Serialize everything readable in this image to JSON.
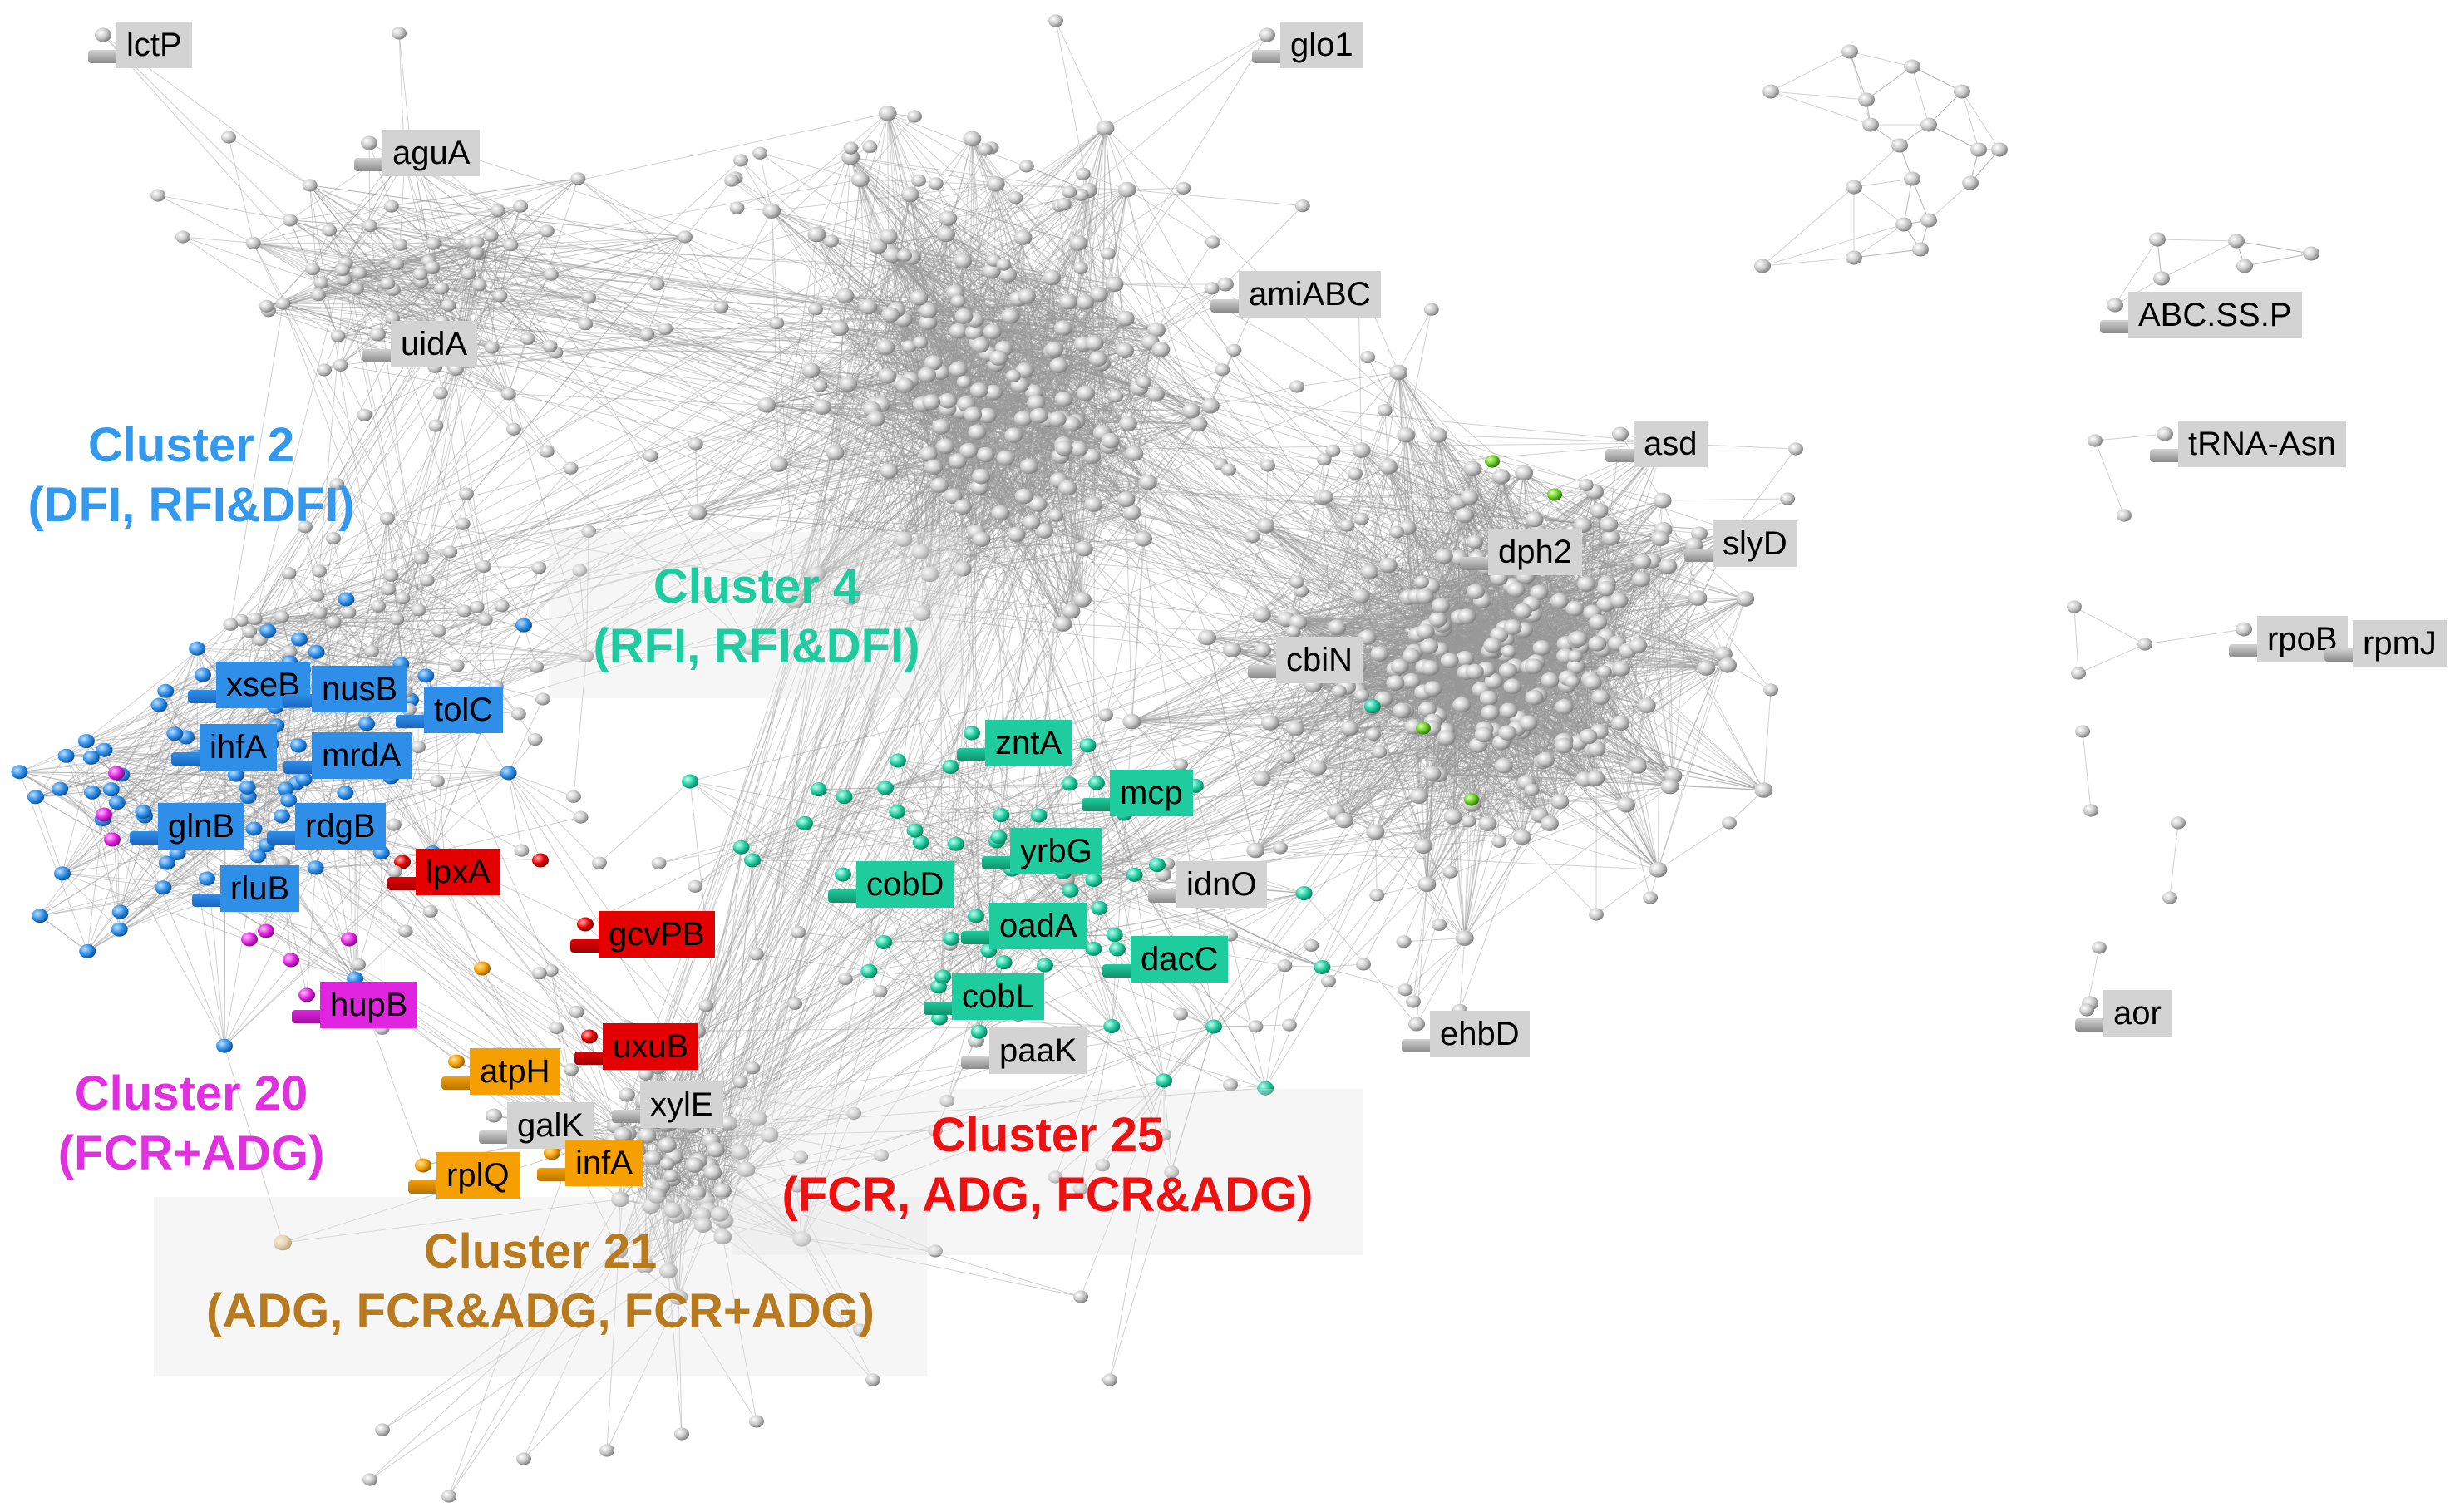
{
  "colors": {
    "grey": "#d3d3d3",
    "blue": "#2f8fe8",
    "teal": "#1ecc9e",
    "red": "#e50000",
    "orange": "#f5a000",
    "magenta": "#e024e0",
    "green": "#66cc22"
  },
  "clusters": [
    {
      "id": "c2",
      "name": "Cluster 2",
      "traits": "(DFI, RFI&DFI)",
      "color": "#3399ee"
    },
    {
      "id": "c4",
      "name": "Cluster 4",
      "traits": "(RFI, RFI&DFI)",
      "color": "#1ecca0"
    },
    {
      "id": "c20",
      "name": "Cluster 20",
      "traits": "(FCR+ADG)",
      "color": "#e030e0"
    },
    {
      "id": "c21",
      "name": "Cluster 21",
      "traits": "(ADG, FCR&ADG, FCR+ADG)",
      "color": "#b87a1f"
    },
    {
      "id": "c25",
      "name": "Cluster 25",
      "traits": "(FCR, ADG, FCR&ADG)",
      "color": "#ee1111"
    }
  ],
  "genes": [
    {
      "label": "lctP",
      "color": "grey"
    },
    {
      "label": "aguA",
      "color": "grey"
    },
    {
      "label": "uidA",
      "color": "grey"
    },
    {
      "label": "glo1",
      "color": "grey"
    },
    {
      "label": "amiABC",
      "color": "grey"
    },
    {
      "label": "ABC.SS.P",
      "color": "grey"
    },
    {
      "label": "tRNA-Asn",
      "color": "grey"
    },
    {
      "label": "asd",
      "color": "grey"
    },
    {
      "label": "dph2",
      "color": "grey"
    },
    {
      "label": "slyD",
      "color": "grey"
    },
    {
      "label": "cbiN",
      "color": "grey"
    },
    {
      "label": "rpoB",
      "color": "grey"
    },
    {
      "label": "rpmJ",
      "color": "grey"
    },
    {
      "label": "idnO",
      "color": "grey"
    },
    {
      "label": "ehbD",
      "color": "grey"
    },
    {
      "label": "aor",
      "color": "grey"
    },
    {
      "label": "paaK",
      "color": "grey"
    },
    {
      "label": "galK",
      "color": "grey"
    },
    {
      "label": "xylE",
      "color": "grey"
    },
    {
      "label": "xseB",
      "color": "blue"
    },
    {
      "label": "nusB",
      "color": "blue"
    },
    {
      "label": "tolC",
      "color": "blue"
    },
    {
      "label": "ihfA",
      "color": "blue"
    },
    {
      "label": "mrdA",
      "color": "blue"
    },
    {
      "label": "glnB",
      "color": "blue"
    },
    {
      "label": "rdgB",
      "color": "blue"
    },
    {
      "label": "rluB",
      "color": "blue"
    },
    {
      "label": "lpxA",
      "color": "red"
    },
    {
      "label": "gcvPB",
      "color": "red"
    },
    {
      "label": "uxuB",
      "color": "red"
    },
    {
      "label": "hupB",
      "color": "magenta"
    },
    {
      "label": "atpH",
      "color": "orange"
    },
    {
      "label": "rplQ",
      "color": "orange"
    },
    {
      "label": "infA",
      "color": "orange"
    },
    {
      "label": "zntA",
      "color": "teal"
    },
    {
      "label": "mcp",
      "color": "teal"
    },
    {
      "label": "yrbG",
      "color": "teal"
    },
    {
      "label": "cobD",
      "color": "teal"
    },
    {
      "label": "oadA",
      "color": "teal"
    },
    {
      "label": "dacC",
      "color": "teal"
    },
    {
      "label": "cobL",
      "color": "teal"
    }
  ]
}
